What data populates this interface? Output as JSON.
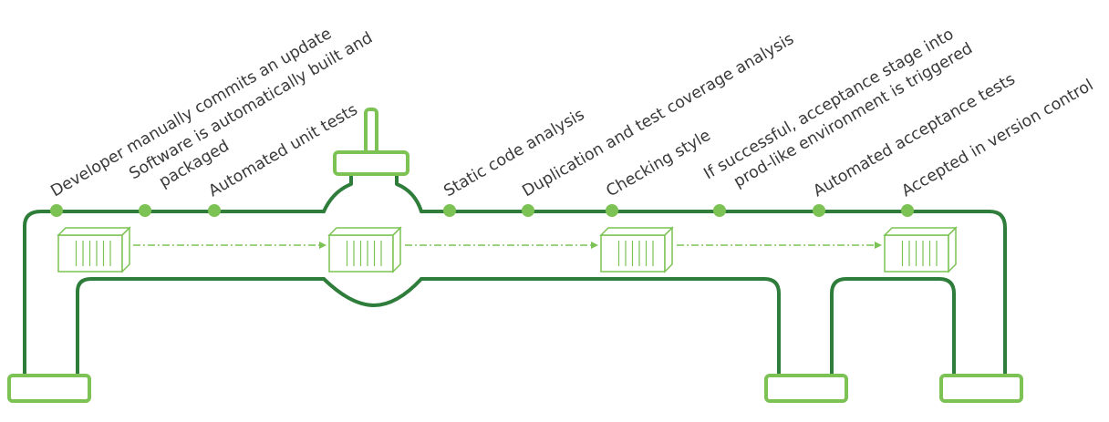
{
  "colors": {
    "pipe": "#2e7d3a",
    "accent": "#7cc254",
    "text": "#3a3a3a"
  },
  "stages": [
    {
      "label": "Developer manually commits an update"
    },
    {
      "label": "Software is automatically built and",
      "label2": "packaged"
    },
    {
      "label": "Automated unit tests"
    },
    {
      "label": "Static code analysis"
    },
    {
      "label": "Duplication and test coverage analysis"
    },
    {
      "label": "Checking style"
    },
    {
      "label": "If successful, acceptance stage into",
      "label2": "prod-like environment is triggered"
    },
    {
      "label": "Automated acceptance tests"
    },
    {
      "label": "Accepted in version control"
    }
  ]
}
